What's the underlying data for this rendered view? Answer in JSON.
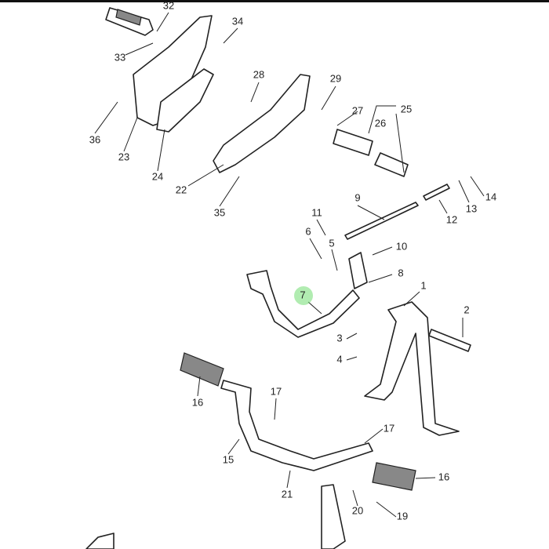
{
  "diagram": {
    "callouts": [
      "32",
      "34",
      "33",
      "28",
      "29",
      "36",
      "27",
      "25",
      "26",
      "23",
      "24",
      "22",
      "35",
      "9",
      "14",
      "11",
      "13",
      "12",
      "6",
      "5",
      "10",
      "8",
      "7",
      "1",
      "2",
      "3",
      "4",
      "16",
      "17",
      "17",
      "15",
      "16",
      "21",
      "20",
      "19"
    ],
    "highlight_color": "#7de07d"
  }
}
